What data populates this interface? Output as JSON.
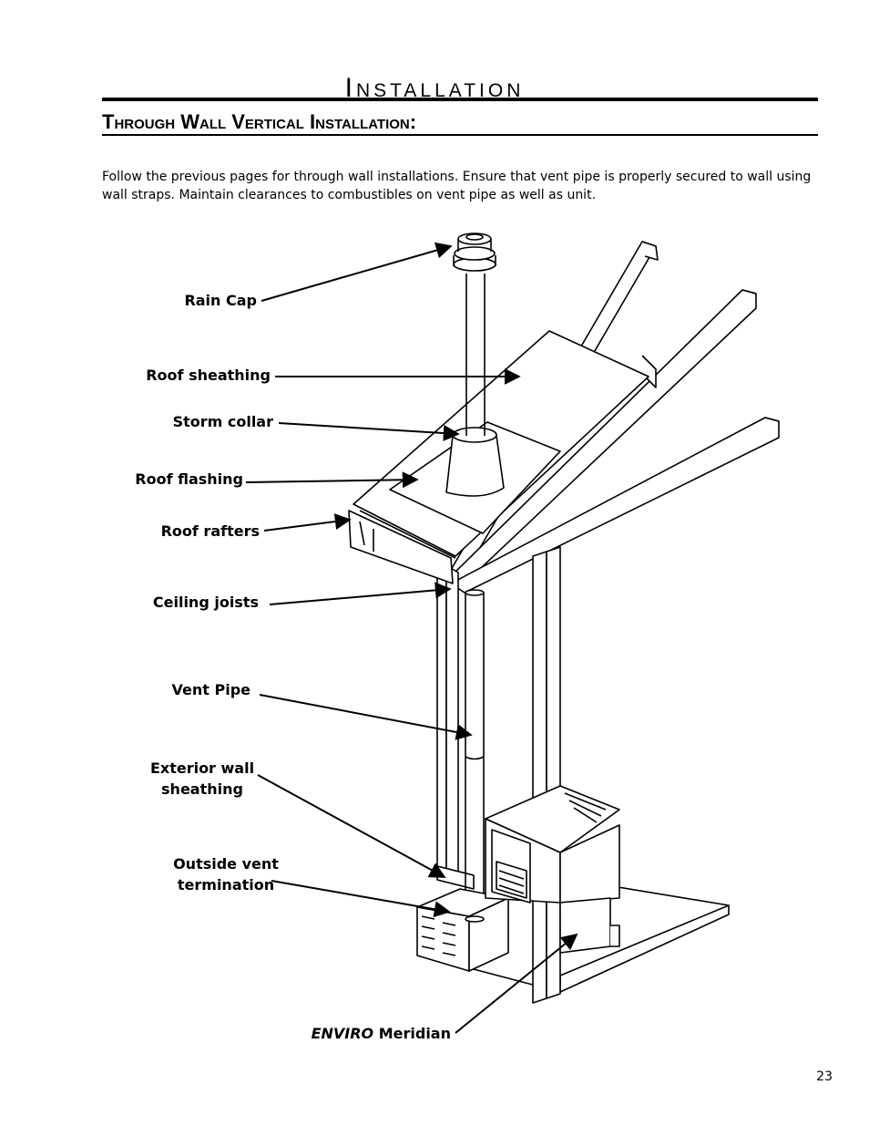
{
  "header": {
    "title": "Installation",
    "section": "Through Wall Vertical Installation:"
  },
  "intro": "Follow the previous pages for through wall installations. Ensure that vent pipe is properly secured to wall using wall straps. Maintain clearances to combustibles on vent pipe as well as unit.",
  "labels": {
    "rain_cap": "Rain Cap",
    "roof_sheathing": "Roof sheathing",
    "storm_collar": "Storm collar",
    "roof_flashing": "Roof flashing",
    "roof_rafters": "Roof rafters",
    "ceiling_joists": "Ceiling joists",
    "vent_pipe": "Vent Pipe",
    "exterior_wall_1": "Exterior wall",
    "exterior_wall_2": "sheathing",
    "outside_vent_1": "Outside vent",
    "outside_vent_2": "termination",
    "enviro_brand": "ENVIRO",
    "enviro_model": "Meridian"
  },
  "page_number": "23"
}
